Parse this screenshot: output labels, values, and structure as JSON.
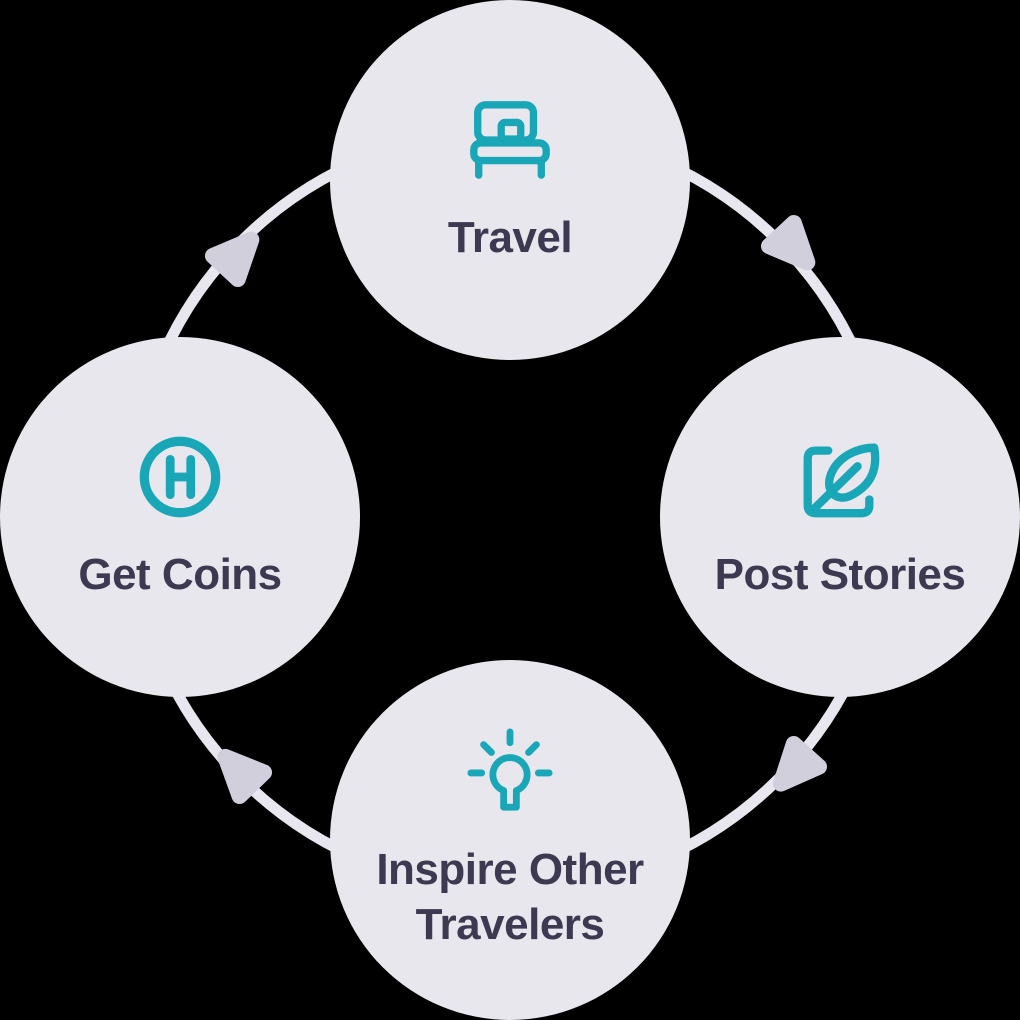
{
  "diagram": {
    "type": "cycle",
    "direction": "clockwise",
    "nodes": [
      {
        "id": "travel",
        "label": "Travel",
        "label2": "",
        "icon": "bed-icon",
        "position": "top"
      },
      {
        "id": "post-stories",
        "label": "Post Stories",
        "label2": "",
        "icon": "edit-feather-icon",
        "position": "right"
      },
      {
        "id": "inspire",
        "label": "Inspire Other",
        "label2": "Travelers",
        "icon": "lightbulb-icon",
        "position": "bottom"
      },
      {
        "id": "get-coins",
        "label": "Get Coins",
        "label2": "",
        "icon": "h-coin-icon",
        "position": "left"
      }
    ],
    "connectors": [
      {
        "from": "get-coins",
        "to": "travel",
        "shape": "arrowhead"
      },
      {
        "from": "travel",
        "to": "post-stories",
        "shape": "arrowhead"
      },
      {
        "from": "post-stories",
        "to": "inspire",
        "shape": "arrowhead"
      },
      {
        "from": "inspire",
        "to": "get-coins",
        "shape": "arrowhead"
      }
    ],
    "colors": {
      "background": "#000000",
      "node_fill": "#E8E7ED",
      "icon_teal": "#19A7B8",
      "label_text": "#3C3950",
      "ring": "#E8E7EF",
      "arrowhead": "#D1CFDB"
    }
  }
}
